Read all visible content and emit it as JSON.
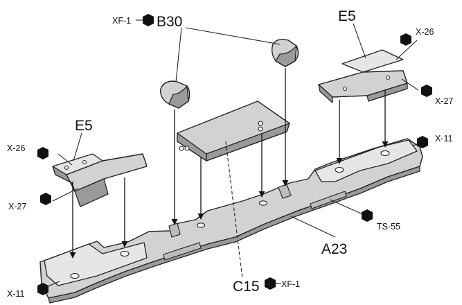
{
  "labels": {
    "b30": "B30",
    "xf1_top": "XF-1",
    "e5_right": "E5",
    "x26_right": "X-26",
    "x27_right": "X-27",
    "x11_right": "X-11",
    "e5_left": "E5",
    "x26_left": "X-26",
    "x27_left": "X-27",
    "x11_left": "X-11",
    "ts55": "TS-55",
    "a23": "A23",
    "c15": "C15",
    "xf1_bottom": "XF-1"
  },
  "icons": {
    "paint_marker": "hex-paint-swatch"
  },
  "colors": {
    "part_fill": "#d2d2d2",
    "ink": "#111111"
  }
}
